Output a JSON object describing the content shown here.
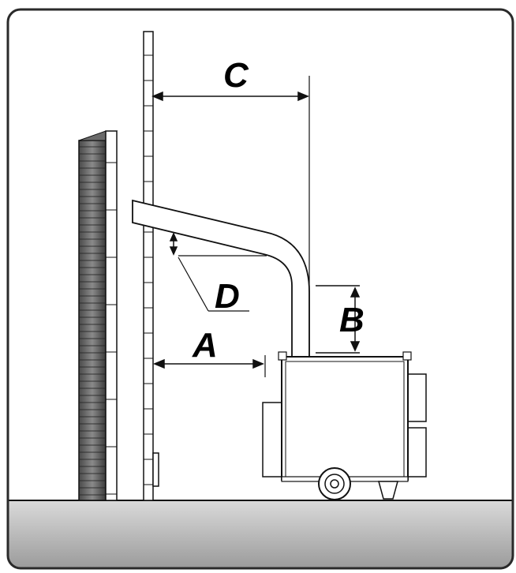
{
  "labels": {
    "A": "A",
    "B": "B",
    "C": "C",
    "D": "D"
  },
  "colors": {
    "frame_border": "#2a2a2a",
    "ground_top": "#d6d6d6",
    "ground_bottom": "#9a9a9a",
    "brick_dark": "#3a3a3a",
    "brick_mid": "#7a7a7a",
    "line": "#111111"
  }
}
